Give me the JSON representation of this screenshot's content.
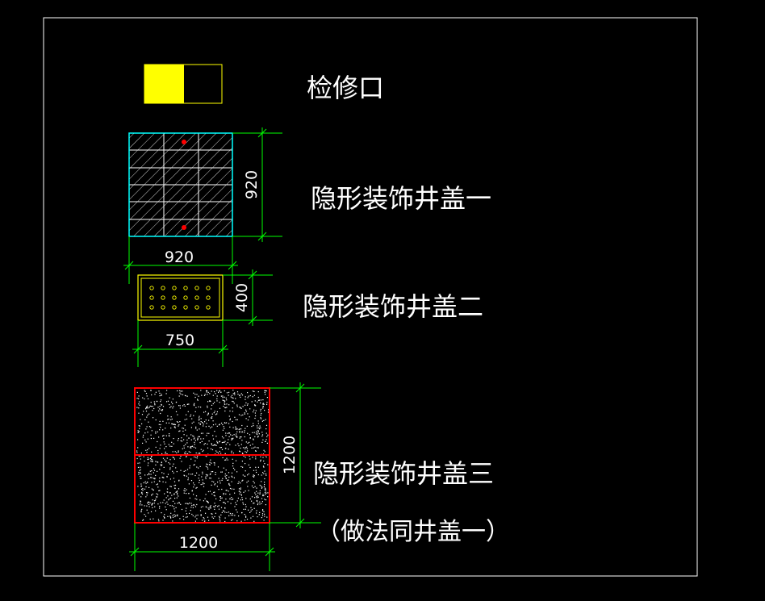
{
  "legend": {
    "access_hatch": "检修口",
    "cover_1": "隐形装饰井盖一",
    "cover_2": "隐形装饰井盖二",
    "cover_3": "隐形装饰井盖三",
    "cover_3_note": "（做法同井盖一）"
  },
  "dimensions": {
    "cover_1_width": "920",
    "cover_1_height": "920",
    "cover_2_width": "750",
    "cover_2_height": "400",
    "cover_3_width": "1200",
    "cover_3_height": "1200"
  },
  "colors": {
    "background": "#000000",
    "frame": "#ffffff",
    "hatch_yellow": "#ffff00",
    "cover_1_outline": "#00ffff",
    "cover_2_outline": "#ffff00",
    "cover_3_outline": "#ff0000",
    "dimension_line": "#00ff00",
    "marker_red": "#ff0000"
  }
}
